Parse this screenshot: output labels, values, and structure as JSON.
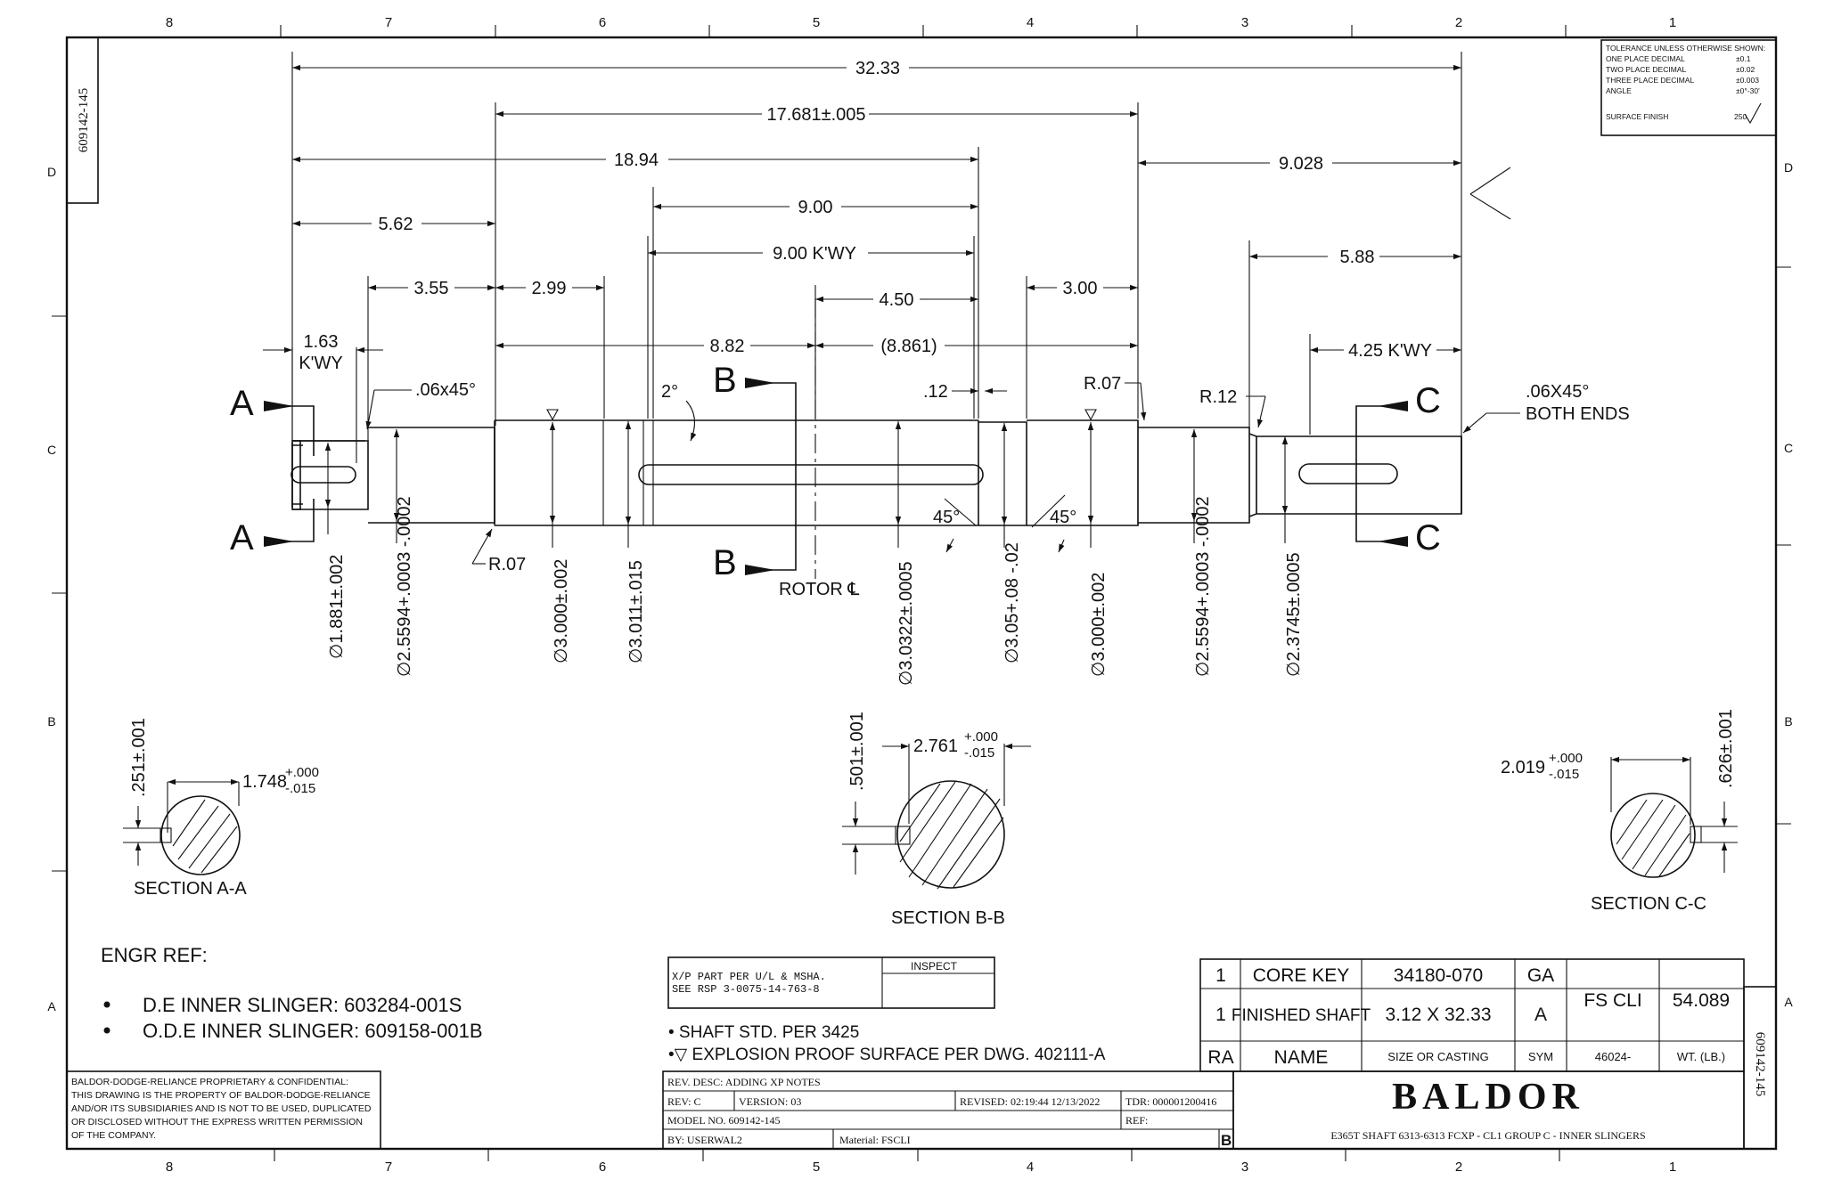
{
  "drawing_number": "609142-145",
  "border": {
    "top_zones": [
      "8",
      "7",
      "6",
      "5",
      "4",
      "3",
      "2",
      "1"
    ],
    "bottom_zones": [
      "8",
      "7",
      "6",
      "5",
      "4",
      "3",
      "2",
      "1"
    ],
    "side_zones": [
      "D",
      "C",
      "B",
      "A"
    ]
  },
  "tolerance_block": {
    "title": "TOLERANCE UNLESS OTHERWISE SHOWN:",
    "rows": [
      {
        "label": "ONE PLACE DECIMAL",
        "value": "±0.1"
      },
      {
        "label": "TWO PLACE DECIMAL",
        "value": "±0.02"
      },
      {
        "label": "THREE PLACE DECIMAL",
        "value": "±0.003"
      },
      {
        "label": "ANGLE",
        "value": "±0°-30'"
      }
    ],
    "surface_finish_label": "SURFACE FINISH",
    "surface_finish_value": "250"
  },
  "dimensions": {
    "overall": "32.33",
    "d17": "17.681±.005",
    "d18": "18.94",
    "d9028": "9.028",
    "d562": "5.62",
    "d900": "9.00",
    "d900kwy": "9.00 K'WY",
    "d588": "5.88",
    "d355": "3.55",
    "d299": "2.99",
    "d450": "4.50",
    "d300": "3.00",
    "d163": "1.63",
    "kwy": "K'WY",
    "d882": "8.82",
    "d8861": "(8.861)",
    "d425": "4.25 K'WY",
    "chamfer_a": ".06x45°",
    "chamfer_c": ".06X45°",
    "both_ends": "BOTH ENDS",
    "angle2": "2°",
    "d012": ".12",
    "r07a": "R.07",
    "r07b": "R.07",
    "r12": "R.12",
    "deg45a": "45°",
    "deg45b": "45°",
    "rotor": "ROTOR ℄"
  },
  "diameters": [
    "∅1.881±.002",
    "∅2.5594+.0003 -.0002",
    "∅3.000±.002",
    "∅3.011±.015",
    "∅3.0322±.0005",
    "∅3.05+.08 -.02",
    "∅3.000±.002",
    "∅2.5594+.0003 -.0002",
    "∅2.3745±.0005"
  ],
  "section_markers": {
    "a": "A",
    "b": "B",
    "c": "C"
  },
  "sections": {
    "a": {
      "title": "SECTION A-A",
      "dim_v": ".251±.001",
      "dim_h": "1.748",
      "tol_up": "+.000",
      "tol_dn": "-.015"
    },
    "b": {
      "title": "SECTION B-B",
      "dim_v": ".501±.001",
      "dim_h": "2.761",
      "tol_up": "+.000",
      "tol_dn": "-.015"
    },
    "c": {
      "title": "SECTION C-C",
      "dim_v": ".626±.001",
      "dim_h": "2.019",
      "tol_up": "+.000",
      "tol_dn": "-.015"
    }
  },
  "engr_ref": {
    "title": "ENGR REF:",
    "items": [
      "D.E INNER SLINGER: 603284-001S",
      "O.D.E INNER SLINGER: 609158-001B"
    ]
  },
  "xp_note": {
    "line1": "X/P PART PER U/L & MSHA.",
    "line2": "SEE RSP 3-0075-14-763-8",
    "inspect": "INSPECT"
  },
  "notes": [
    "• SHAFT STD. PER 3425",
    "•▽ EXPLOSION PROOF SURFACE PER DWG. 402111-A"
  ],
  "proprietary": [
    "BALDOR-DODGE-RELIANCE PROPRIETARY & CONFIDENTIAL:",
    "THIS DRAWING IS THE PROPERTY OF BALDOR-DODGE-RELIANCE",
    "AND/OR ITS SUBSIDIARIES AND IS NOT TO BE USED, DUPLICATED",
    "OR DISCLOSED WITHOUT THE EXPRESS WRITTEN PERMISSION",
    "OF THE COMPANY."
  ],
  "revision": {
    "rev_desc": "REV. DESC: ADDING XP NOTES",
    "rev": "REV:  C",
    "version": "VERSION:  03",
    "revised": "REVISED:  02:19:44 12/13/2022",
    "tdr": "TDR: 000001200416",
    "model": "MODEL NO.  609142-145",
    "ref": "REF:",
    "by": "BY: USERWAL2",
    "material": "Material:  FSCLI",
    "size_code": "B"
  },
  "bom": {
    "rows": [
      {
        "qty": "1",
        "name": "CORE KEY",
        "size": "34180-070",
        "sym": "GA"
      },
      {
        "qty": "1",
        "name": "FINISHED SHAFT",
        "size": "3.12 X 32.33",
        "sym": "A"
      }
    ],
    "material": "FS CLI",
    "weight": "54.089",
    "header": {
      "qty": "RA",
      "name": "NAME",
      "size": "SIZE OR CASTING",
      "sym": "SYM",
      "mat": "46024-",
      "wt": "WT. (LB.)"
    }
  },
  "company": "BALDOR",
  "title": "E365T SHAFT 6313-6313 FCXP - CL1 GROUP C - INNER SLINGERS"
}
